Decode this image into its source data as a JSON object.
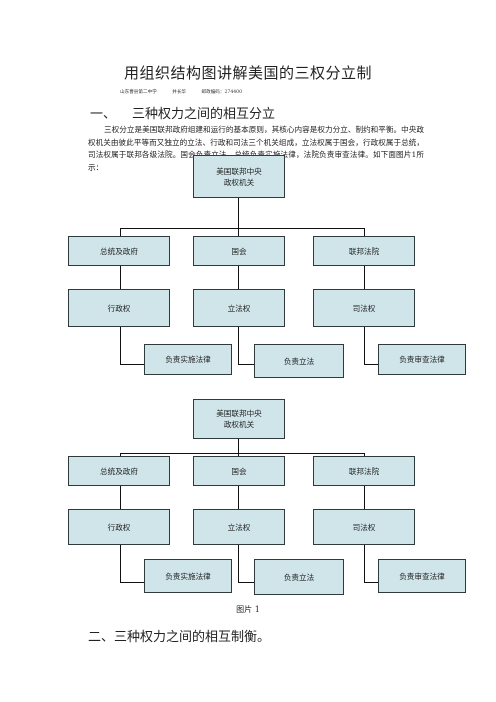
{
  "document": {
    "title": "用组织结构图讲解美国的三权分立制",
    "meta": [
      "山东曹县第二中学",
      "井长华",
      "邮政编码：274400"
    ],
    "section1_heading_num": "一、",
    "section1_heading": "三种权力之间的相互分立",
    "paragraph": "三权分立是美国联邦政府组建和运行的基本原则，其核心内容是权力分立、制约和平衡。中央政权机关由彼此平等而又独立的立法、行政和司法三个机关组成，立法权属于国会，行政权属于总统，司法权属于联邦各级法院。国会负责立法，总统负责实施法律，法院负责审查法律。如下面图片1所示：",
    "caption": "图片 1",
    "section2_heading": "二、三种权力之间的相互制衡。"
  },
  "org_chart": {
    "root_line1": "美国联邦中央",
    "root_line2": "政权机关",
    "branches": [
      "总统及政府",
      "国会",
      "联邦法院"
    ],
    "powers": [
      "行政权",
      "立法权",
      "司法权"
    ],
    "duties": [
      "负责实施法律",
      "负责立法",
      "负责审查法律"
    ]
  }
}
